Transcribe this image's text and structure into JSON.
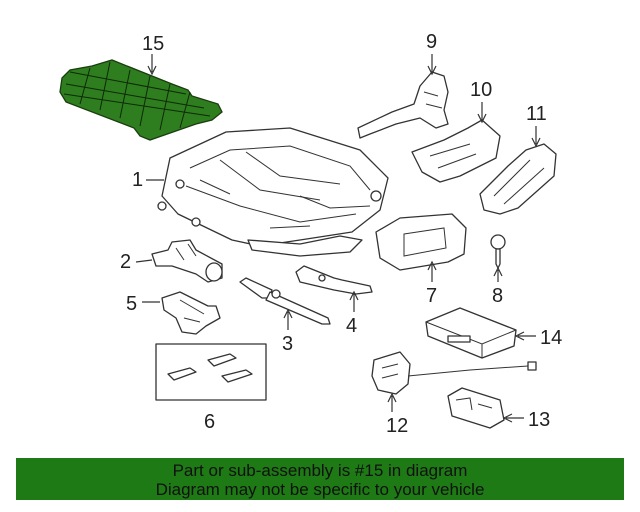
{
  "callouts": {
    "c1": "1",
    "c2": "2",
    "c3": "3",
    "c4": "4",
    "c5": "5",
    "c6": "6",
    "c7": "7",
    "c8": "8",
    "c9": "9",
    "c10": "10",
    "c11": "11",
    "c12": "12",
    "c13": "13",
    "c14": "14",
    "c15": "15"
  },
  "highlighted_part": "15",
  "colors": {
    "highlight": "#2e7d1e",
    "banner": "#1e7a14"
  },
  "banner": {
    "line1": "Part or sub-assembly is #15 in diagram",
    "line2": "Diagram may not be specific to your vehicle"
  }
}
